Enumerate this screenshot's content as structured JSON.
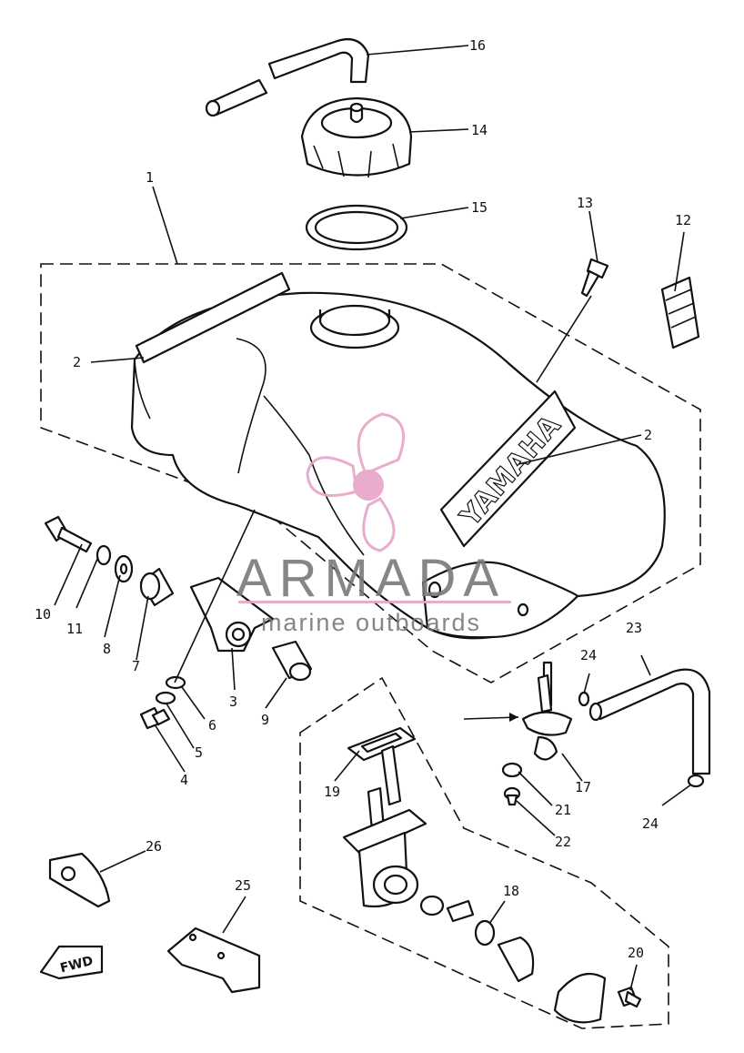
{
  "watermark": {
    "brand": "ARMADA",
    "tagline": "marine outboards",
    "accent_color": "#e7a4c8",
    "text_color": "#7a7a7a"
  },
  "tank_logo_text": "YAMAHA",
  "direction_marker": "FWD",
  "callouts": {
    "n1": "1",
    "n2a": "2",
    "n2b": "2",
    "n3": "3",
    "n4": "4",
    "n5": "5",
    "n6": "6",
    "n7": "7",
    "n8": "8",
    "n9": "9",
    "n10": "10",
    "n11": "11",
    "n12": "12",
    "n13": "13",
    "n14": "14",
    "n15": "15",
    "n16": "16",
    "n17": "17",
    "n18": "18",
    "n19": "19",
    "n20": "20",
    "n21": "21",
    "n22": "22",
    "n23": "23",
    "n24a": "24",
    "n24b": "24",
    "n25": "25",
    "n26": "26"
  }
}
